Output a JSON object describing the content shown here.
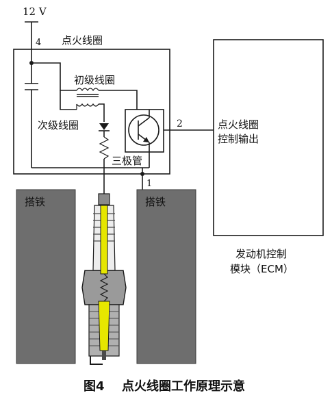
{
  "supply_voltage": "12 V",
  "terminals": {
    "t4": "4",
    "t2": "2",
    "t1": "1"
  },
  "coil": {
    "title": "点火线圈",
    "primary_label": "初级线圈",
    "secondary_label": "次级线圈",
    "transistor_label": "三极管"
  },
  "ground_label": "搭铁",
  "ecm": {
    "signal_label_line1": "点火线圈",
    "signal_label_line2": "控制输出",
    "name_line1": "发动机控制",
    "name_line2": "模块（ECM）"
  },
  "caption": {
    "figure_no": "图4",
    "title": "点火线圈工作原理示意"
  },
  "colors": {
    "ground_block": "#6e6e6e",
    "plug_core": "#e6e600",
    "plug_body": "#9a9a9a",
    "wire": "#1a1a1a"
  }
}
